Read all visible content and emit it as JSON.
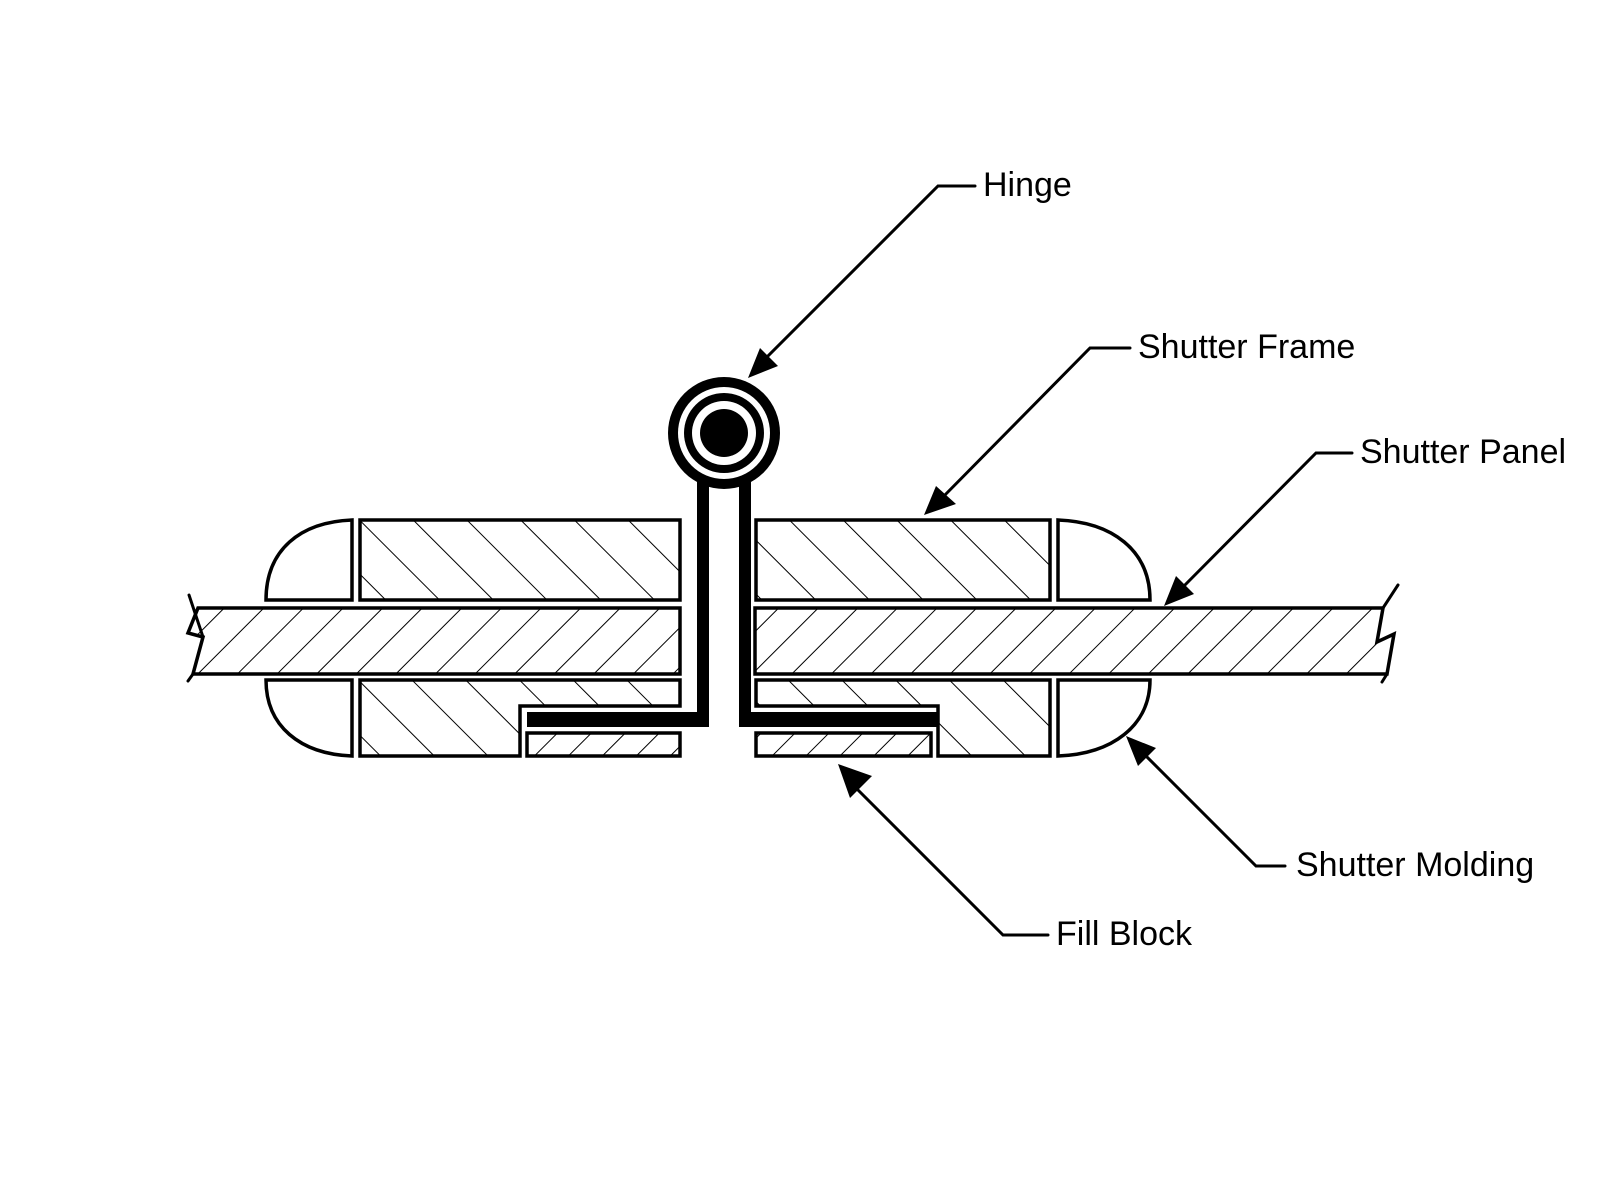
{
  "labels": {
    "hinge": "Hinge",
    "shutter_frame": "Shutter Frame",
    "shutter_panel": "Shutter Panel",
    "shutter_molding": "Shutter Molding",
    "fill_block": "Fill Block"
  },
  "colors": {
    "ink": "#000000",
    "background": "#ffffff"
  }
}
